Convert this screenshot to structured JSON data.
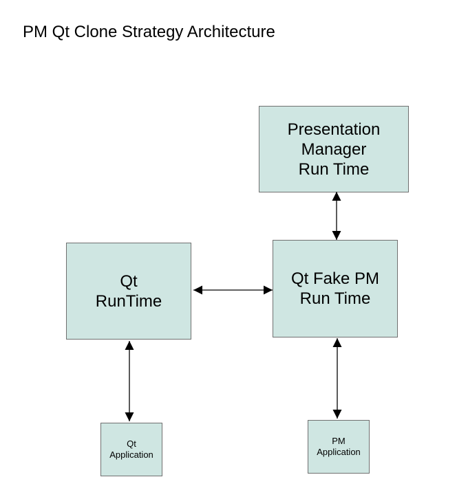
{
  "title": "PM Qt Clone Strategy Architecture",
  "boxes": {
    "pm_runtime": "Presentation\nManager\nRun Time",
    "qt_runtime": "Qt\nRunTime",
    "qt_fake_pm": "Qt Fake PM\nRun Time",
    "qt_app": "Qt\nApplication",
    "pm_app": "PM\nApplication"
  },
  "colors": {
    "box_fill": "#cfe6e2",
    "box_border": "#6f6f6f",
    "arrow": "#000000"
  },
  "connections": [
    {
      "from": "pm_runtime",
      "to": "qt_fake_pm",
      "direction": "bidirectional"
    },
    {
      "from": "qt_runtime",
      "to": "qt_fake_pm",
      "direction": "bidirectional"
    },
    {
      "from": "qt_runtime",
      "to": "qt_app",
      "direction": "bidirectional"
    },
    {
      "from": "qt_fake_pm",
      "to": "pm_app",
      "direction": "bidirectional"
    }
  ]
}
